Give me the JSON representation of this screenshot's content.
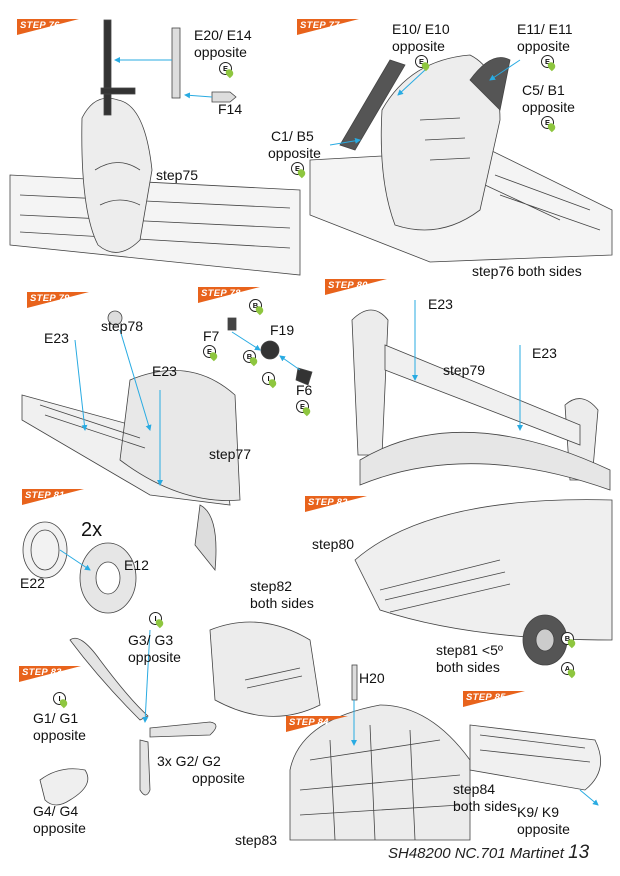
{
  "steps": {
    "s76": "STEP 76",
    "s77": "STEP 77",
    "s78": "STEP 78",
    "s79": "STEP 79",
    "s80": "STEP 80",
    "s81": "STEP 81",
    "s82": "STEP 82",
    "s83": "STEP 83",
    "s84": "STEP 84",
    "s85": "STEP 85"
  },
  "colors": {
    "banner": "#e8631c",
    "arrow": "#29abe2",
    "paint_drop": "#8ec63f",
    "line": "#444444"
  },
  "labels": {
    "e20_1": "E20/ E14",
    "e20_2": "opposite",
    "f14": "F14",
    "step75": "step75",
    "c1_1": "C1/ B5",
    "c1_2": "opposite",
    "e10_1": "E10/ E10",
    "e10_2": "opposite",
    "e11_1": "E11/ E11",
    "e11_2": "opposite",
    "c5_1": "C5/ B1",
    "c5_2": "opposite",
    "step76": "step76 both sides",
    "e23a": "E23",
    "step78": "step78",
    "e23b": "E23",
    "step77": "step77",
    "f7": "F7",
    "f19": "F19",
    "f6": "F6",
    "e23c": "E23",
    "step79": "step79",
    "e23d": "E23",
    "twox": "2x",
    "e12": "E12",
    "e22": "E22",
    "step80": "step80",
    "step81_1": "step81 <5º",
    "step81_2": "both sides",
    "step82_1": "step82",
    "step82_2": "both sides",
    "g3_1": "G3/ G3",
    "g3_2": "opposite",
    "g1_1": "G1/ G1",
    "g1_2": "opposite",
    "g2_1": "3x G2/ G2",
    "g2_2": "opposite",
    "g4_1": "G4/ G4",
    "g4_2": "opposite",
    "h20": "H20",
    "step83": "step83",
    "step84_1": "step84",
    "step84_2": "both sides",
    "k9_1": "K9/ K9",
    "k9_2": "opposite"
  },
  "paint_codes": {
    "p1": "E",
    "p2": "E",
    "p3": "E",
    "p4": "E",
    "p5": "E",
    "p6": "B",
    "p7": "E",
    "p8": "B",
    "p9": "I",
    "p10": "E",
    "p11": "B",
    "p12": "A",
    "p13": "I",
    "p14": "I"
  },
  "footer": {
    "code": "SH48200 NC.701 Martinet",
    "page": "13"
  }
}
